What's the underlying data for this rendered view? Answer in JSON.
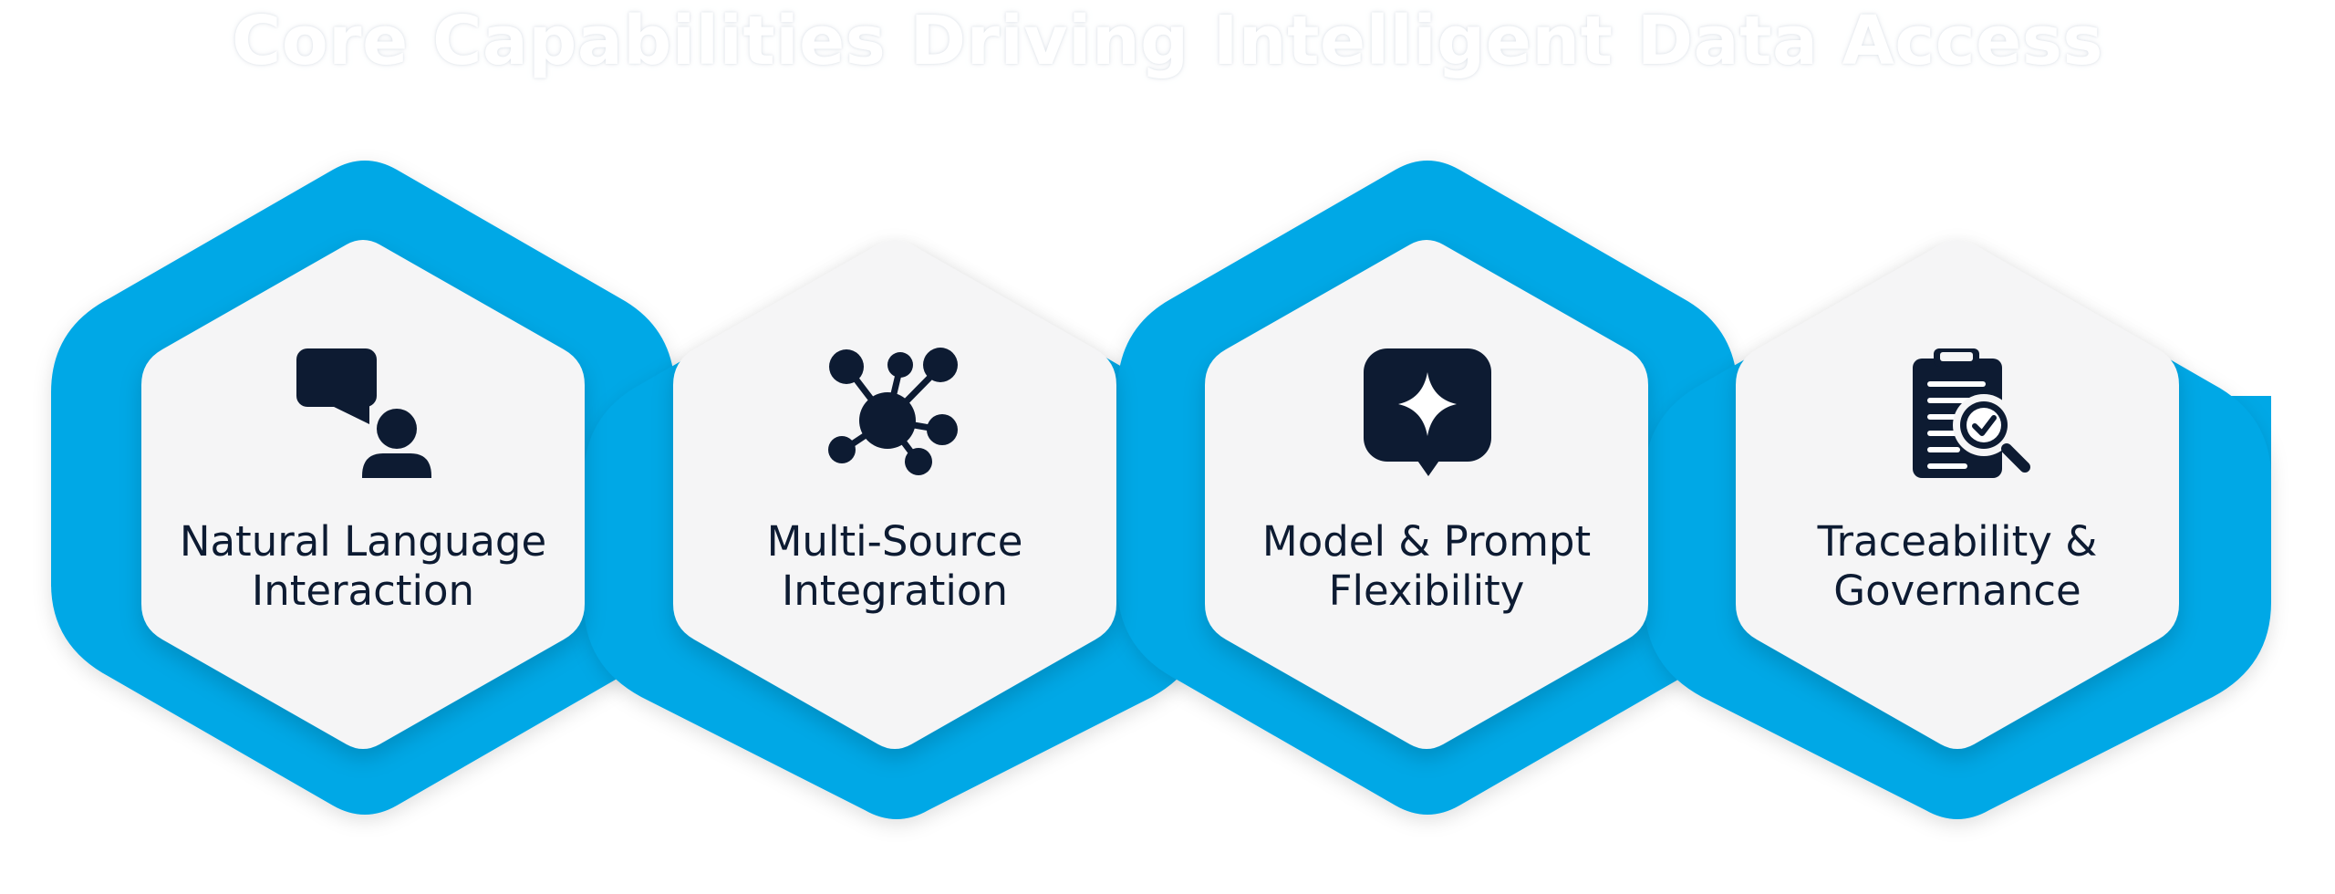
{
  "title": "Core Capabilities Driving Intelligent Data Access",
  "colors": {
    "accent": "#00A8E6",
    "hexagon_fill": "#F5F5F6",
    "icon": "#0D1B32",
    "text": "#0D1B32"
  },
  "capabilities": [
    {
      "line1": "Natural Language",
      "line2": "Interaction",
      "icon": "chat-user-icon"
    },
    {
      "line1": "Multi-Source",
      "line2": "Integration",
      "icon": "network-nodes-icon"
    },
    {
      "line1": "Model & Prompt",
      "line2": "Flexibility",
      "icon": "sparkle-message-icon"
    },
    {
      "line1": "Traceability &",
      "line2": "Governance",
      "icon": "clipboard-audit-icon"
    }
  ]
}
